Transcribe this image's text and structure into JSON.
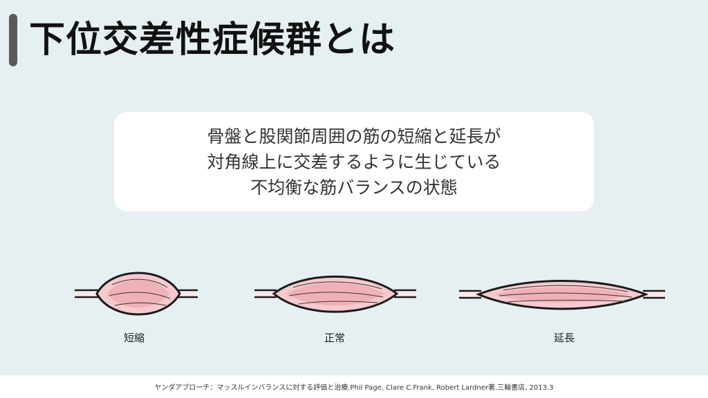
{
  "slide": {
    "title": "下位交差性症候群とは",
    "callout_lines": [
      "骨盤と股関節周囲の筋の短縮と延長が",
      "対角線上に交差するように生じている",
      "不均衡な筋バランスの状態"
    ],
    "muscles": [
      {
        "label": "短縮"
      },
      {
        "label": "正常"
      },
      {
        "label": "延長"
      }
    ],
    "footer": "ヤンダアプローチ：マッスルインバランスに対する評価と治療.Phil Page, Clare C.Frank, Robert Lardner著.三輪書店, 2013.3"
  },
  "colors": {
    "background": "#e6f0f3",
    "muscle_fill": "#f5c9cd",
    "muscle_core": "#efb1b8",
    "tendon_fill": "#fce8ea",
    "outline": "#1a1a1a"
  }
}
